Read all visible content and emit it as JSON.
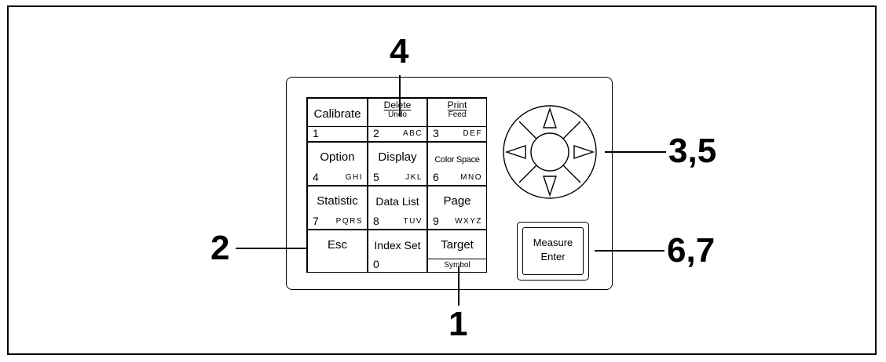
{
  "keys": {
    "calibrate": {
      "label": "Calibrate",
      "num": "1"
    },
    "delete": {
      "label": "Delete",
      "sub": "Undo",
      "num": "2",
      "letters": "ABC"
    },
    "print": {
      "label": "Print",
      "sub": "Feed",
      "num": "3",
      "letters": "DEF"
    },
    "option": {
      "label": "Option",
      "num": "4",
      "letters": "GHI"
    },
    "display": {
      "label": "Display",
      "num": "5",
      "letters": "JKL"
    },
    "color_space": {
      "label": "Color Space",
      "num": "6",
      "letters": "MNO"
    },
    "statistic": {
      "label": "Statistic",
      "num": "7",
      "letters": "PQRS"
    },
    "data_list": {
      "label": "Data List",
      "num": "8",
      "letters": "TUV"
    },
    "page": {
      "label": "Page",
      "num": "9",
      "letters": "WXYZ"
    },
    "esc": {
      "label": "Esc"
    },
    "index_set": {
      "label": "Index Set",
      "num": "0"
    },
    "target": {
      "label": "Target",
      "sub": "Symbol"
    }
  },
  "measure_button": {
    "line1": "Measure",
    "line2": "Enter"
  },
  "callouts": {
    "c1": "1",
    "c2": "2",
    "c35": "3,5",
    "c4": "4",
    "c67": "6,7"
  }
}
